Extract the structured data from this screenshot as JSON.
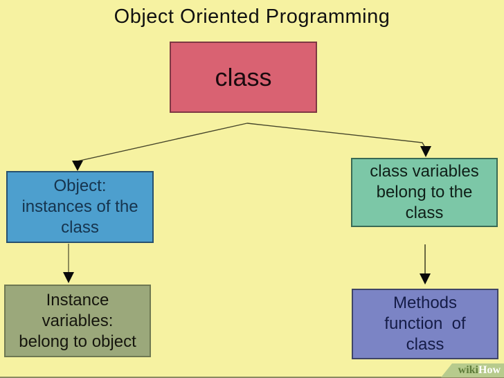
{
  "page": {
    "title": "Object Oriented Programming"
  },
  "nodes": {
    "class": {
      "text": "class"
    },
    "object": {
      "line1": "Object:",
      "line2": "instances of the",
      "line3": "class"
    },
    "classVars": {
      "line1": "class variables",
      "line2": "belong to the",
      "line3": "class"
    },
    "instanceVars": {
      "line1": "Instance",
      "line2": "variables:",
      "line3": "belong to object"
    },
    "methods": {
      "line1": "Methods",
      "line2": "function  of",
      "line3": "class"
    }
  },
  "edges": [
    {
      "from": "class",
      "to": "object"
    },
    {
      "from": "class",
      "to": "classVars"
    },
    {
      "from": "object",
      "to": "instanceVars"
    },
    {
      "from": "classVars",
      "to": "methods"
    }
  ],
  "colors": {
    "background": "#f6f2a1",
    "class_box": "#d96272",
    "class_box_border": "#7e3843",
    "object_box": "#4d9fce",
    "object_box_border": "#27506e",
    "class_vars_box": "#7cc7a7",
    "class_vars_box_border": "#3a6a54",
    "instance_vars_box": "#9ba87b",
    "instance_vars_box_border": "#6e7852",
    "methods_box": "#7b84c5",
    "methods_box_border": "#3f4566",
    "arrow_line": "#45452a",
    "arrow_head": "#0a0a0a",
    "watermark_bg": "#b7cb8d",
    "watermark_wiki": "#5d7b39",
    "watermark_how": "#ffffff"
  },
  "watermark": {
    "wiki": "wiki",
    "how": "How"
  }
}
